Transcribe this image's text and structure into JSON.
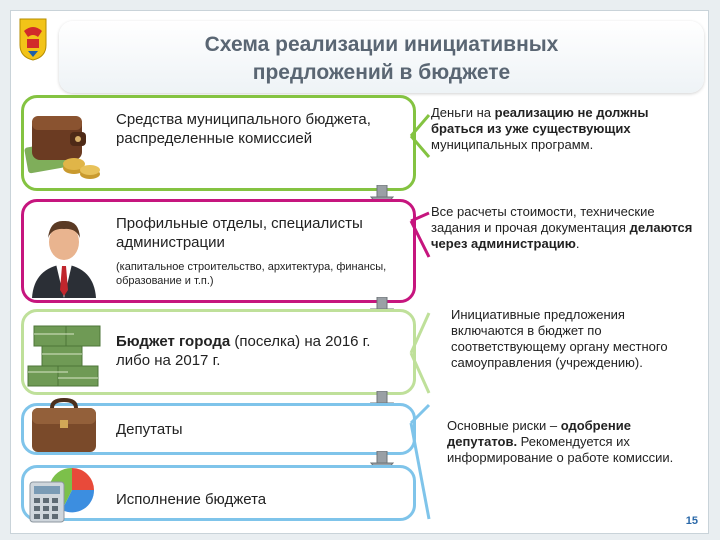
{
  "slide": {
    "title_line1": "Схема реализации инициативных",
    "title_line2": "предложений в бюджете",
    "page_number": "15"
  },
  "stages": [
    {
      "text": "Средства муниципального бюджета, распределенные комиссией",
      "icon": "wallet-icon",
      "border_color": "#84c341"
    },
    {
      "text": "Профильные отделы, специалисты администрации",
      "subtext": "(капитальное строительство, архитектура, финансы, образование и т.п.)",
      "icon": "businessman-icon",
      "border_color": "#c6157e"
    },
    {
      "text_bold": "Бюджет города",
      "text_rest": " (поселка) на 2016 г. либо на 2017 г.",
      "icon": "money-stacks-icon",
      "border_color": "#bfe09a"
    },
    {
      "text": "Депутаты",
      "icon": "briefcase-icon",
      "border_color": "#7fc4ea"
    },
    {
      "text": "Исполнение бюджета",
      "icon": "calculator-chart-icon",
      "border_color": "#7fc4ea"
    }
  ],
  "notes": [
    {
      "part1": "Деньги на ",
      "bold1": "реализацию не должны браться из уже существующих",
      "part2": " муниципальных программ."
    },
    {
      "part1": "Все расчеты стоимости, технические задания и прочая документация ",
      "bold1": "делаются через администрацию",
      "part2": "."
    },
    {
      "text": "Инициативные предложения включаются в бюджет по соответствующему органу местного самоуправления (учреждению)."
    },
    {
      "part1": "Основные риски – ",
      "bold1": "одобрение депутатов.",
      "part2": " Рекомендуется их информирование о работе комиссии."
    }
  ],
  "colors": {
    "title": "#5a6673",
    "green": "#84c341",
    "magenta": "#c6157e",
    "light_green": "#bfe09a",
    "light_blue": "#7fc4ea",
    "arrow": "#8a8f94"
  }
}
